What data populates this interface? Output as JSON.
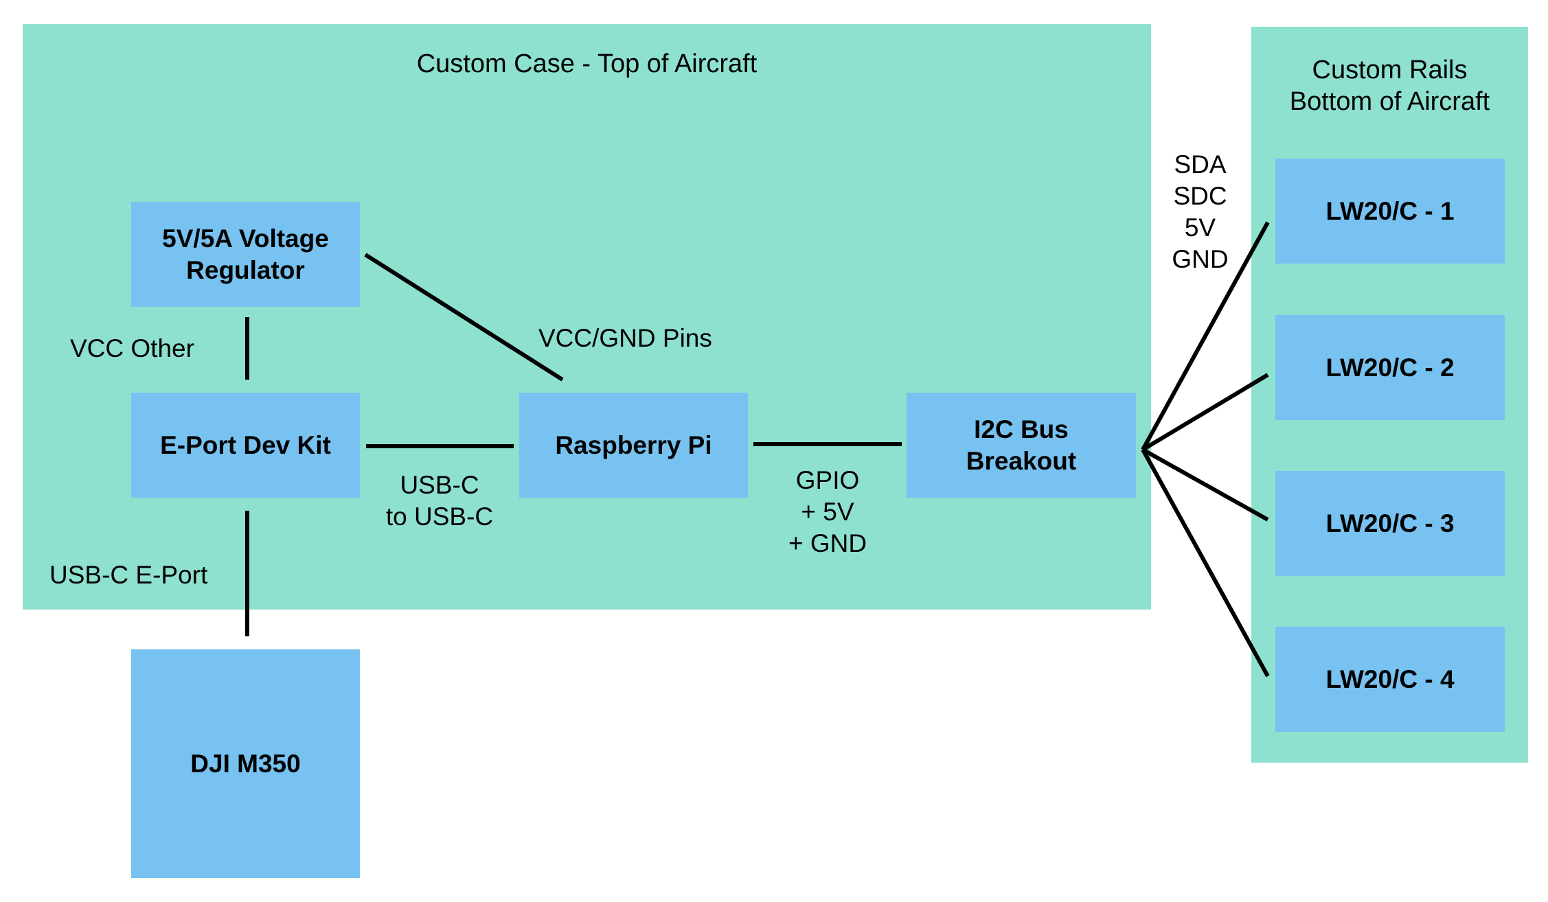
{
  "regions": {
    "top_case": {
      "title": "Custom Case - Top of Aircraft"
    },
    "bottom_rails": {
      "title": "Custom Rails\nBottom of Aircraft"
    }
  },
  "components": {
    "voltage_regulator": "5V/5A Voltage\nRegulator",
    "eport_dev_kit": "E-Port Dev Kit",
    "raspberry_pi": "Raspberry Pi",
    "i2c_breakout": "I2C Bus\nBreakout",
    "dji_m350": "DJI M350",
    "lw20_1": "LW20/C - 1",
    "lw20_2": "LW20/C - 2",
    "lw20_3": "LW20/C - 3",
    "lw20_4": "LW20/C - 4"
  },
  "connections": {
    "vcc_other": "VCC Other",
    "vcc_gnd_pins": "VCC/GND Pins",
    "usbc_to_usbc": "USB-C\nto USB-C",
    "gpio": "GPIO\n+ 5V\n+ GND",
    "usbc_eport": "USB-C E-Port",
    "i2c_lines": "SDA\nSDC\n5V\nGND"
  },
  "colors": {
    "region_fill": "#8EE0CF",
    "box_fill": "#77C2F0",
    "wire": "#000000"
  }
}
